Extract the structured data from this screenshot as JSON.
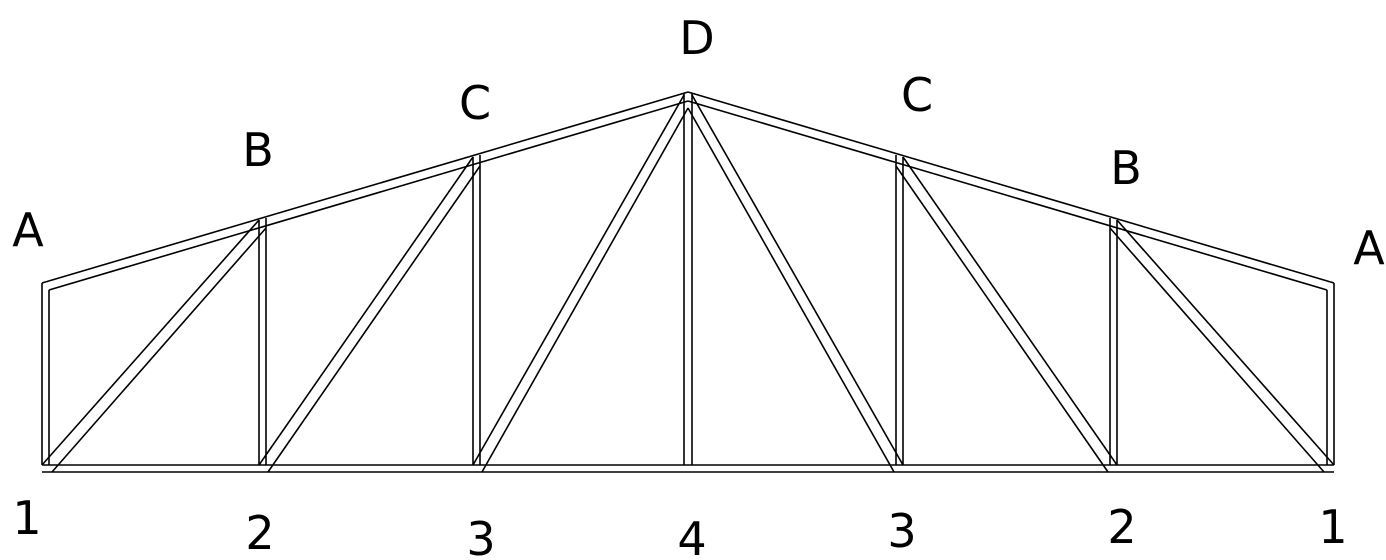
{
  "diagram": {
    "top_chord_labels": [
      "A",
      "B",
      "C",
      "D",
      "C",
      "B",
      "A"
    ],
    "bottom_chord_labels": [
      "1",
      "2",
      "3",
      "4",
      "3",
      "2",
      "1"
    ],
    "line_color": "#000000",
    "background_color": "#ffffff"
  }
}
